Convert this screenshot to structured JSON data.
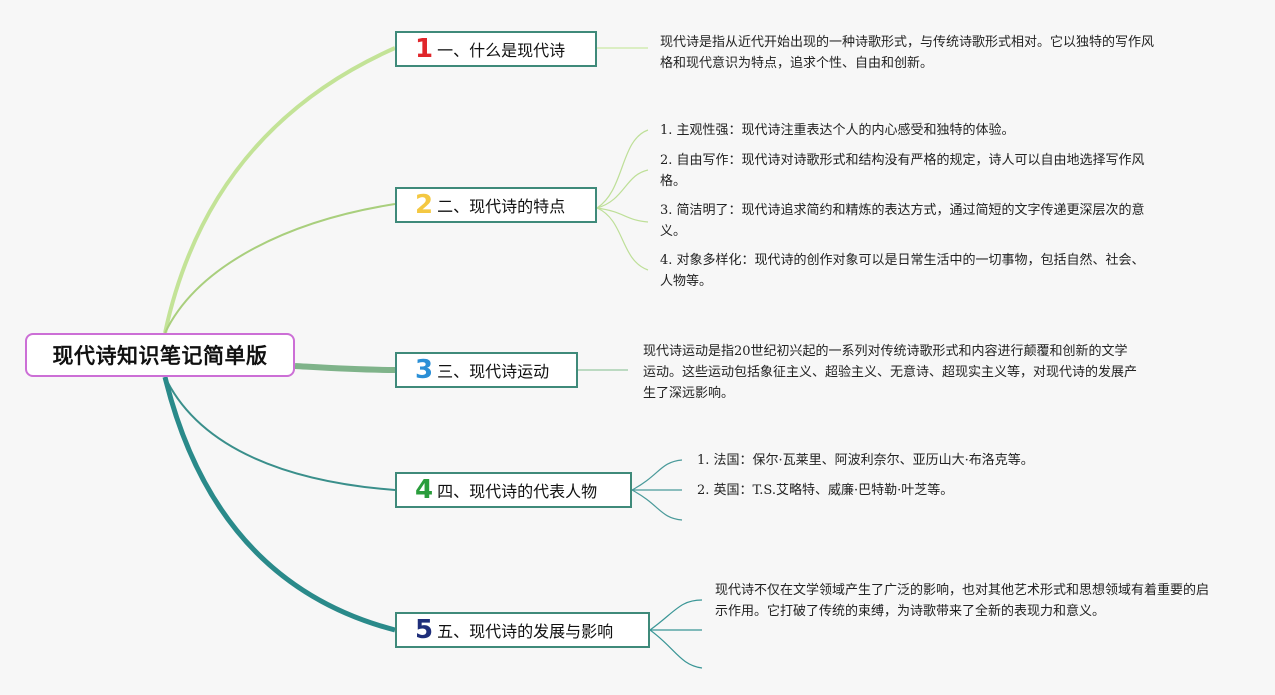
{
  "root": {
    "label": "现代诗知识笔记简单版"
  },
  "branches": [
    {
      "number": "1",
      "number_color": "#e0262b",
      "label": "一、什么是现代诗",
      "leaves": [
        "现代诗是指从近代开始出现的一种诗歌形式，与传统诗歌形式相对。它以独特的写作风格和现代意识为特点，追求个性、自由和创新。"
      ]
    },
    {
      "number": "2",
      "number_color": "#f4c842",
      "label": "二、现代诗的特点",
      "leaves": [
        "1. 主观性强：现代诗注重表达个人的内心感受和独特的体验。",
        "2. 自由写作：现代诗对诗歌形式和结构没有严格的规定，诗人可以自由地选择写作风格。",
        "3. 简洁明了：现代诗追求简约和精炼的表达方式，通过简短的文字传递更深层次的意义。",
        "4. 对象多样化：现代诗的创作对象可以是日常生活中的一切事物，包括自然、社会、人物等。"
      ]
    },
    {
      "number": "3",
      "number_color": "#2a8fd6",
      "label": "三、现代诗运动",
      "leaves": [
        "现代诗运动是指20世纪初兴起的一系列对传统诗歌形式和内容进行颠覆和创新的文学运动。这些运动包括象征主义、超验主义、无意诗、超现实主义等，对现代诗的发展产生了深远影响。"
      ]
    },
    {
      "number": "4",
      "number_color": "#2a9d3c",
      "label": "四、现代诗的代表人物",
      "leaves": [
        "1. 法国：保尔·瓦莱里、阿波利奈尔、亚历山大·布洛克等。",
        "2. 英国：T.S.艾略特、威廉·巴特勒·叶芝等。"
      ]
    },
    {
      "number": "5",
      "number_color": "#1f2e7a",
      "label": "五、现代诗的发展与影响",
      "leaves": [
        "现代诗不仅在文学领域产生了广泛的影响，也对其他艺术形式和思想领域有着重要的启示作用。它打破了传统的束缚，为诗歌带来了全新的表现力和意义。"
      ]
    }
  ],
  "colors": {
    "root_border": "#cc6fd6",
    "branch_border": "#3f8a7a",
    "line_1": "#c3e397",
    "line_2": "#a9cf7d",
    "line_3": "#7fb38a",
    "line_4": "#3a8f8b",
    "line_5": "#2a8a8a"
  }
}
